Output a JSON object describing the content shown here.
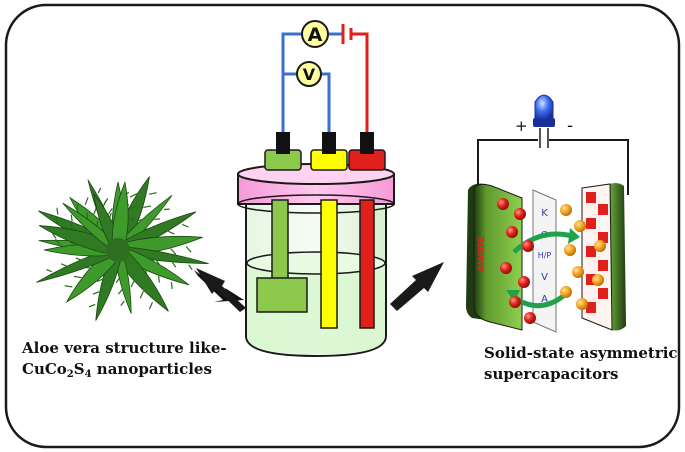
{
  "meters": {
    "ammeter": "A",
    "voltmeter": "V"
  },
  "led_terminals": {
    "positive": "+",
    "negative": "-"
  },
  "device": {
    "anode_label": "ANODE",
    "separator_letters": [
      "K",
      "O",
      "H/P",
      "V",
      "A"
    ]
  },
  "captions": {
    "left_line1": "Aloe vera structure like-",
    "left_line2_prefix": "CuCo",
    "left_line2_sub1": "2",
    "left_line2_mid": "S",
    "left_line2_sub2": "4",
    "left_line2_suffix": " nanoparticles",
    "right_line1": "Solid-state asymmetric",
    "right_line2": "supercapacitors"
  },
  "colors": {
    "frame": "#1a1a1a",
    "wire_blue": "#3a6fd1",
    "wire_red": "#e0201a",
    "meter_fill": "#ffff9e",
    "lid_pink": "#ffb3e6",
    "electrolyte": "#d9f7d0",
    "electrode_green": "#8cc84b",
    "electrode_yellow": "#ffff00",
    "electrode_red": "#e0201a",
    "anode_green": "#7ac142",
    "ion_red": "#e0201a",
    "ion_orange": "#f5a623"
  }
}
